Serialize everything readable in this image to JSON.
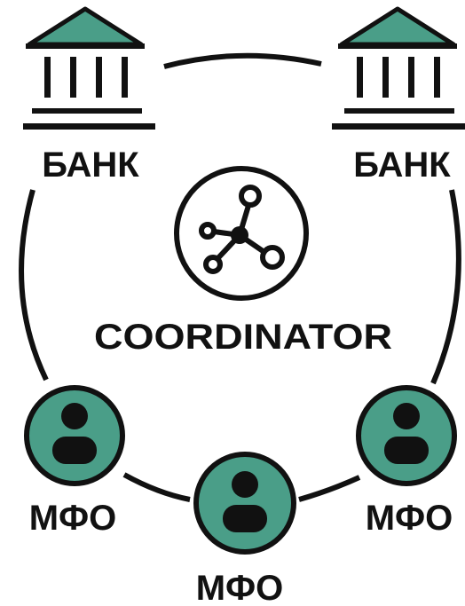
{
  "colors": {
    "accent": "#4a9e88",
    "stroke": "#111111",
    "background": "#ffffff"
  },
  "nodes": {
    "bank_left": {
      "label": "БАНК",
      "icon": "bank-icon"
    },
    "bank_right": {
      "label": "БАНК",
      "icon": "bank-icon"
    },
    "coordinator": {
      "label": "COORDINATOR",
      "icon": "network-hub-icon"
    },
    "mfo_left": {
      "label": "МФО",
      "icon": "user-icon"
    },
    "mfo_center": {
      "label": "МФО",
      "icon": "user-icon"
    },
    "mfo_right": {
      "label": "МФО",
      "icon": "user-icon"
    }
  }
}
